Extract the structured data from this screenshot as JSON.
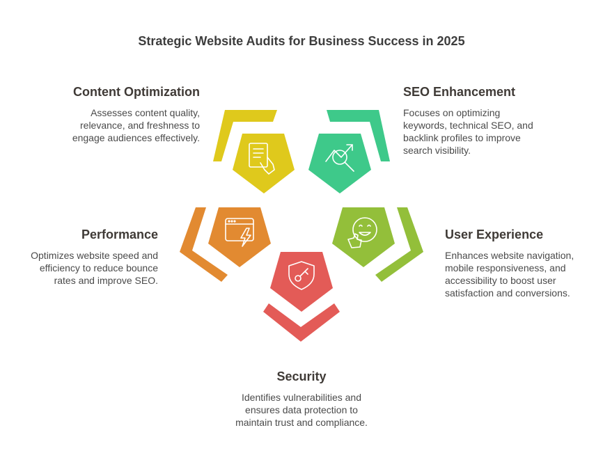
{
  "title": "Strategic Website Audits for Business Success in 2025",
  "colors": {
    "content": "#dfc91c",
    "seo": "#3ec98a",
    "performance": "#e28a31",
    "user_experience": "#93bf3a",
    "security": "#e35b57"
  },
  "items": {
    "content": {
      "heading": "Content Optimization",
      "lines": [
        "Assesses content quality,",
        "relevance, and freshness to",
        "engage audiences effectively."
      ],
      "icon": "document-hand-icon"
    },
    "seo": {
      "heading": "SEO Enhancement",
      "lines": [
        "Focuses on optimizing",
        "keywords, technical SEO, and",
        "backlink profiles to improve",
        "search visibility."
      ],
      "icon": "trend-magnifier-icon"
    },
    "performance": {
      "heading": "Performance",
      "lines": [
        "Optimizes website speed and",
        "efficiency to reduce bounce",
        "rates and improve SEO."
      ],
      "icon": "browser-lightning-icon"
    },
    "user_experience": {
      "heading": "User Experience",
      "lines": [
        "Enhances website navigation,",
        "mobile responsiveness, and",
        "accessibility to boost user",
        "satisfaction and conversions."
      ],
      "icon": "smiley-thumbs-up-icon"
    },
    "security": {
      "heading": "Security",
      "lines": [
        "Identifies vulnerabilities and",
        "ensures data protection to",
        "maintain trust and compliance."
      ],
      "icon": "shield-key-icon"
    }
  }
}
